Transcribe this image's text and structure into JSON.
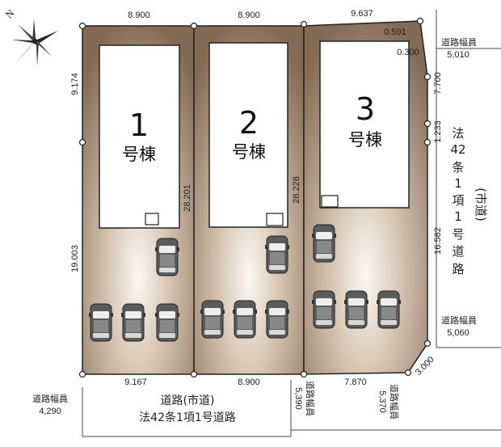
{
  "compass": {
    "label": "N"
  },
  "lots": [
    {
      "number": "1",
      "label": "号棟"
    },
    {
      "number": "2",
      "label": "号棟"
    },
    {
      "number": "3",
      "label": "号棟"
    }
  ],
  "dimensions": {
    "top_lot1": "8.900",
    "top_lot2": "8.900",
    "top_lot3": "9.637",
    "left_upper": "9.174",
    "left_lower": "19.003",
    "depth_lot1": "28.201",
    "depth_lot2": "28.228",
    "corner_a": "0.591",
    "corner_b": "0.300",
    "right_upper": "7.700",
    "right_mid": "1.233",
    "right_lower": "16.582",
    "chamfer": "3.000",
    "bottom_lot1": "9.167",
    "bottom_lot2": "8.900",
    "bottom_lot3": "7.870"
  },
  "road_widths": [
    {
      "label": "道路幅員",
      "value": "5,010"
    },
    {
      "label": "道路幅員",
      "value": "5,060"
    },
    {
      "label": "道路幅員",
      "value": "4,290"
    },
    {
      "label": "道路幅員",
      "value": "5,390"
    },
    {
      "label": "道路幅員",
      "value": "5,370"
    }
  ],
  "roads": {
    "bottom_line1": "道路(市道)",
    "bottom_line2": "法42条1項1号道路",
    "right_vertical": [
      "法",
      "42",
      "条",
      "1",
      "項",
      "1",
      "号",
      "道",
      "路"
    ],
    "right_vertical_paren": "(市道)"
  }
}
